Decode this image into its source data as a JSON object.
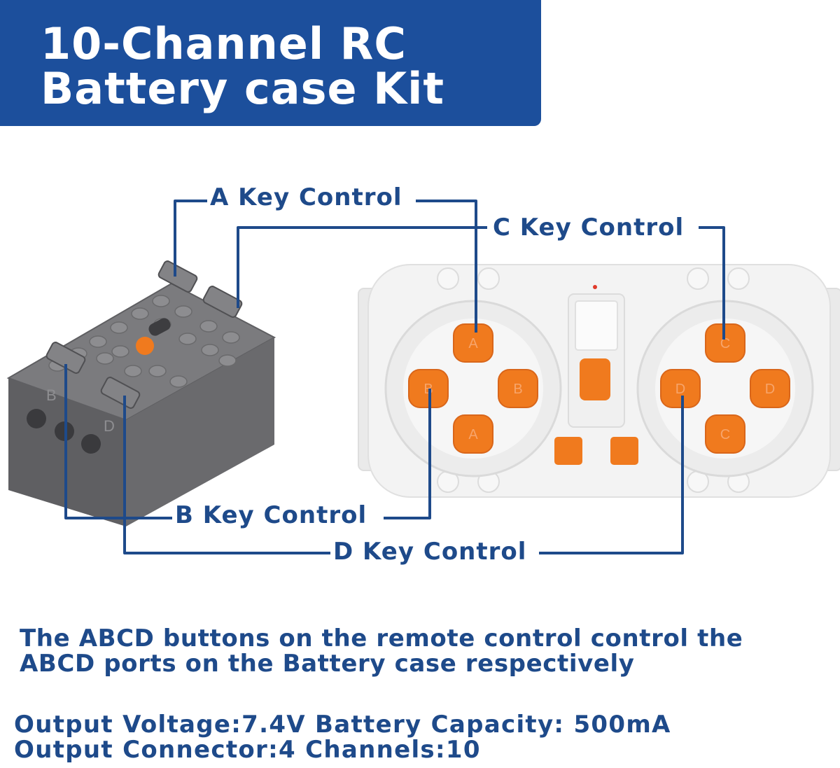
{
  "banner": {
    "line1": "10-Channel RC",
    "line2": "Battery case Kit",
    "color": "#1c4f9c"
  },
  "callouts": {
    "a": "A Key Control",
    "b": "B Key Control",
    "c": "C Key Control",
    "d": "D Key Control"
  },
  "remote": {
    "left_pad": {
      "up": "A",
      "down": "A",
      "left": "B",
      "right": "B"
    },
    "right_pad": {
      "up": "C",
      "down": "C",
      "left": "D",
      "right": "D"
    }
  },
  "battery_case": {
    "port_letters": [
      "B",
      "D"
    ]
  },
  "description": {
    "line1": "The ABCD buttons on the remote control control the",
    "line2": "ABCD ports on the Battery case respectively"
  },
  "specs": {
    "line1": "Output Voltage:7.4V Battery Capacity: 500mA",
    "line2": "Output Connector:4 Channels:10"
  },
  "colors": {
    "text": "#1e4a8a",
    "button": "#f07a1e",
    "case": "#6e6e70",
    "remote": "#f2f2f2"
  }
}
